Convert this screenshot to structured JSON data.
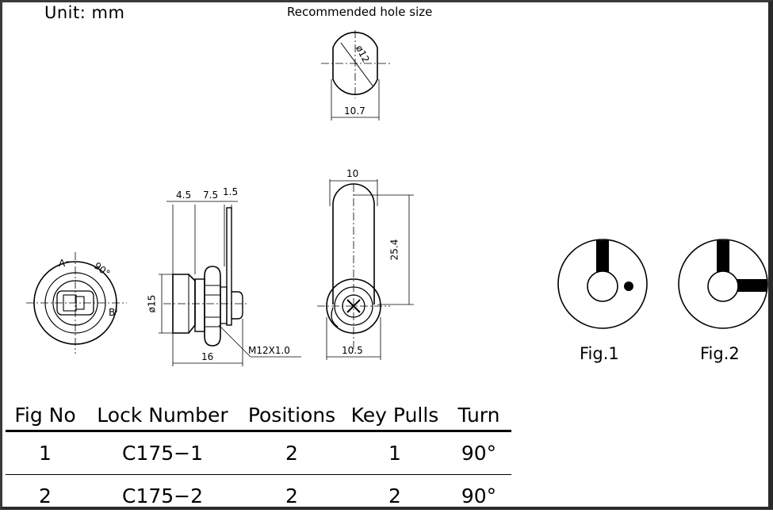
{
  "header": {
    "unit_label": "Unit:  mm",
    "hole_title": "Recommended hole size"
  },
  "dimensions": {
    "hole_diameter": "ø12",
    "hole_flat": "10.7",
    "dim_4_5": "4.5",
    "dim_7_5": "7.5",
    "dim_1_5": "1.5",
    "dim_15": "ø15",
    "dim_16": "16",
    "thread": "M12X1.0",
    "dim_10": "10",
    "dim_25_4": "25.4",
    "dim_10_5": "10.5",
    "angle": "90°",
    "point_a": "A",
    "point_b": "B"
  },
  "figures": {
    "fig1": "Fig.1",
    "fig2": "Fig.2"
  },
  "table": {
    "headers": [
      "Fig  No",
      "Lock  Number",
      "Positions",
      "Key  Pulls",
      "Turn"
    ],
    "rows": [
      [
        "1",
        "C175−1",
        "2",
        "1",
        "90°"
      ],
      [
        "2",
        "C175−2",
        "2",
        "2",
        "90°"
      ]
    ]
  }
}
